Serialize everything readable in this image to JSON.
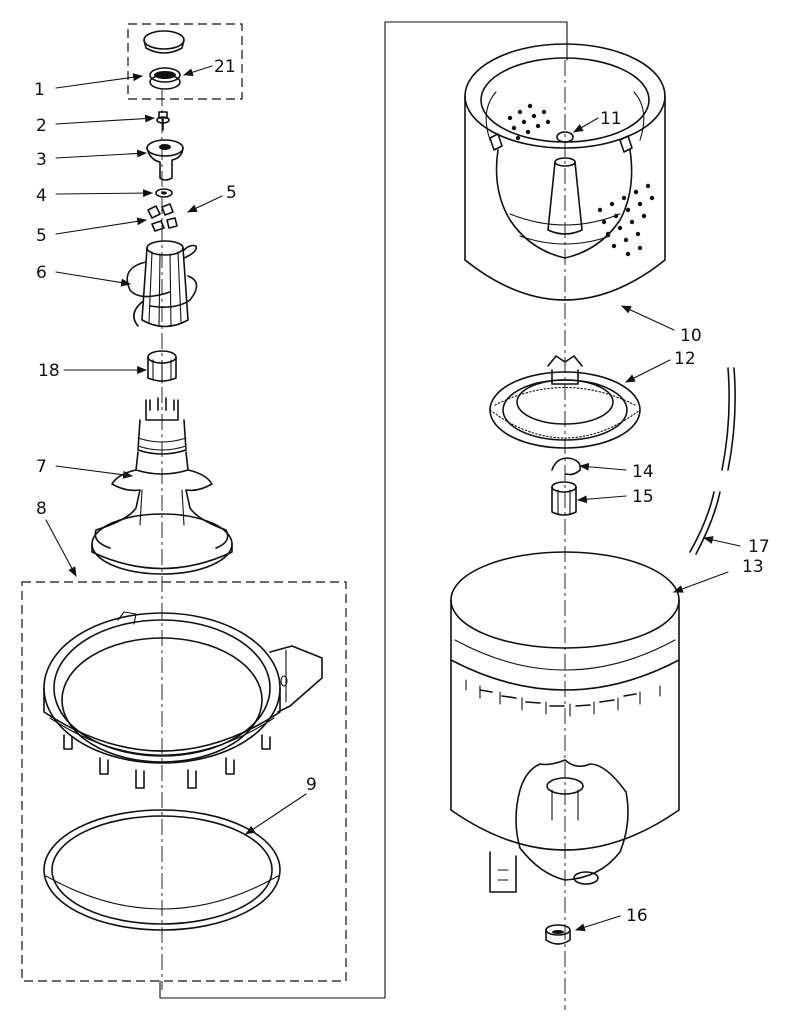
{
  "diagram": {
    "callouts": [
      {
        "id": "c1",
        "label": "1"
      },
      {
        "id": "c21",
        "label": "21"
      },
      {
        "id": "c2",
        "label": "2"
      },
      {
        "id": "c3",
        "label": "3"
      },
      {
        "id": "c4",
        "label": "4"
      },
      {
        "id": "c5a",
        "label": "5"
      },
      {
        "id": "c5b",
        "label": "5"
      },
      {
        "id": "c6",
        "label": "6"
      },
      {
        "id": "c18",
        "label": "18"
      },
      {
        "id": "c7",
        "label": "7"
      },
      {
        "id": "c8",
        "label": "8"
      },
      {
        "id": "c9",
        "label": "9"
      },
      {
        "id": "c11",
        "label": "11"
      },
      {
        "id": "c10",
        "label": "10"
      },
      {
        "id": "c12",
        "label": "12"
      },
      {
        "id": "c14",
        "label": "14"
      },
      {
        "id": "c15",
        "label": "15"
      },
      {
        "id": "c17",
        "label": "17"
      },
      {
        "id": "c13",
        "label": "13"
      },
      {
        "id": "c16",
        "label": "16"
      }
    ]
  }
}
